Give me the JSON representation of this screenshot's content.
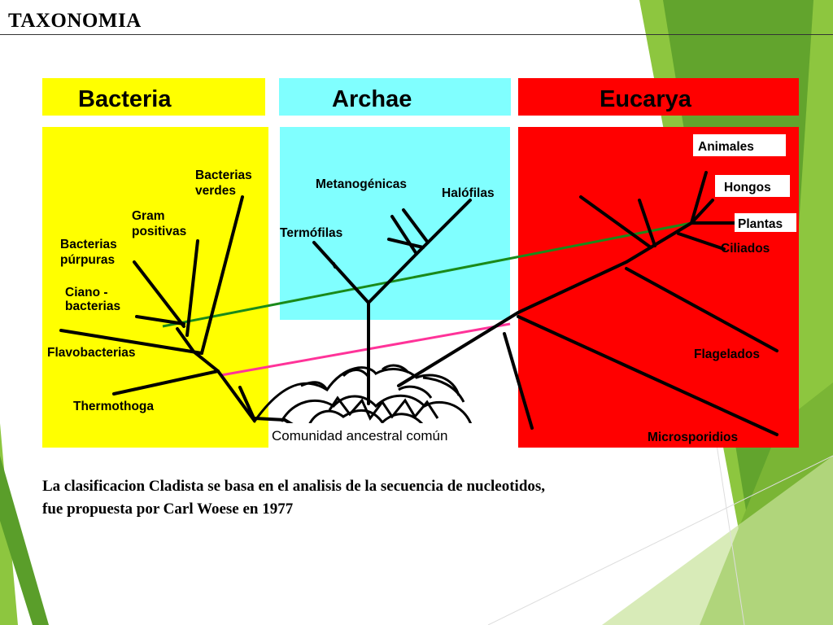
{
  "slide": {
    "title": "TAXONOMIA",
    "caption_lines": [
      "La clasificacion Cladista se basa en el analisis de la secuencia de nucleotidos,",
      "fue propuesta por Carl Woese en 1977"
    ]
  },
  "diagram": {
    "domains": [
      {
        "name": "Bacteria",
        "color": "#ffff00"
      },
      {
        "name": "Archae",
        "color": "#80ffff"
      },
      {
        "name": "Eucarya",
        "color": "#ff0000"
      }
    ],
    "bacteria_labels": {
      "verdes_1": "Bacterias",
      "verdes_2": "verdes",
      "gram_1": "Gram",
      "gram_2": "positivas",
      "purpuras_1": "Bacterias",
      "purpuras_2": "púrpuras",
      "ciano_1": "Ciano -",
      "ciano_2": "bacterias",
      "flavo": "Flavobacterias",
      "thermo": "Thermothoga"
    },
    "archae_labels": {
      "metano": "Metanogénicas",
      "halo": "Halófilas",
      "termo": "Termófilas"
    },
    "eucarya_labels": {
      "animales": "Animales",
      "hongos": "Hongos",
      "plantas": "Plantas",
      "ciliados": "Ciliados",
      "flagelados": "Flagelados",
      "micro": "Microsporidios"
    },
    "root_label": "Comunidad ancestral común",
    "endosymbiosis_colors": {
      "chloroplast": "#1a8a1a",
      "mitochondria": "#ff3399"
    }
  },
  "decor": {
    "accent_dark": "#5a9e2a",
    "accent_light": "#8dc63f",
    "accent_pale": "#c8e39a"
  }
}
